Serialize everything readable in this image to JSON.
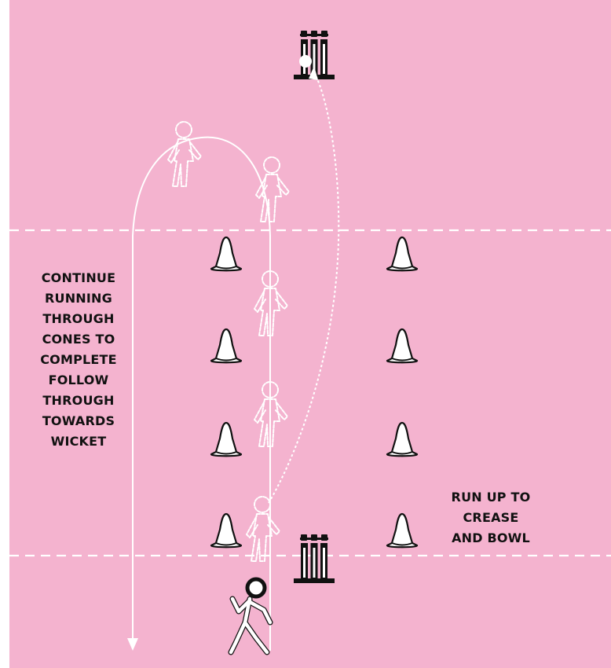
{
  "colors": {
    "field": "#f4b3cf",
    "lines": "#ffffff",
    "stumps": "#111111",
    "text": "#111111"
  },
  "captions": {
    "follow_through": [
      "CONTINUE",
      "RUNNING",
      "THROUGH",
      "CONES TO",
      "COMPLETE",
      "FOLLOW",
      "THROUGH",
      "TOWARDS",
      "WICKET"
    ],
    "run_up": [
      "RUN UP TO",
      "CREASE",
      "AND BOWL"
    ]
  },
  "icons": {
    "wicket": "stumps-icon",
    "cone": "cone-icon",
    "figure": "player-figure-icon",
    "ball": "ball-icon"
  }
}
